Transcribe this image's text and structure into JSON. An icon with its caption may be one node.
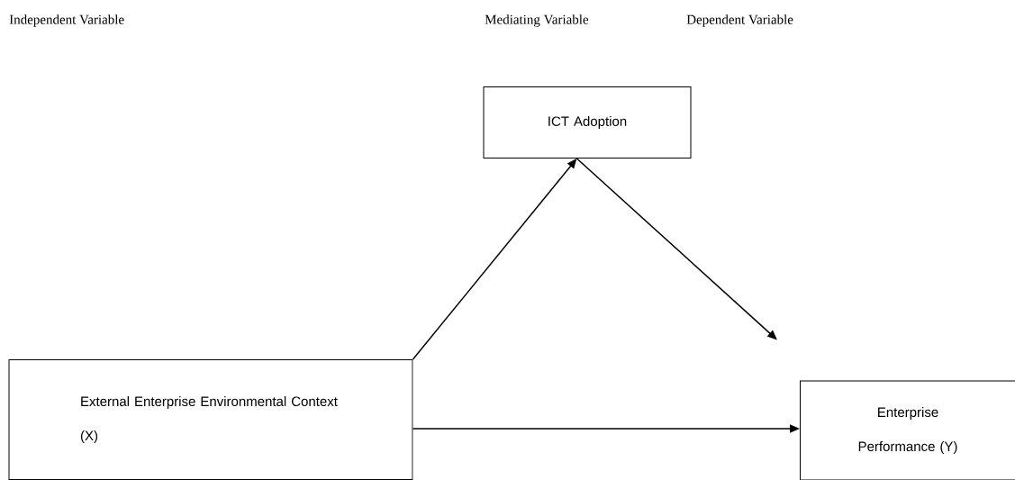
{
  "diagram": {
    "nodes": [
      {
        "text": [
          "ICT Adoption"
        ]
      },
      {
        "text": [
          "External Enterprise Environmental Context (X)"
        ]
      },
      {
        "text": [
          "Enterprise Performance (Y)"
        ]
      }
    ],
    "edges": [
      {
        "from": 1,
        "to": 0,
        "arrow": "to"
      },
      {
        "from": 0,
        "to": 2,
        "arrow": "to"
      },
      {
        "from": 1,
        "to": 2,
        "arrow": "to"
      }
    ],
    "labels": [
      "Independent Variable",
      "Mediating Variable",
      "Dependent Variable"
    ]
  }
}
